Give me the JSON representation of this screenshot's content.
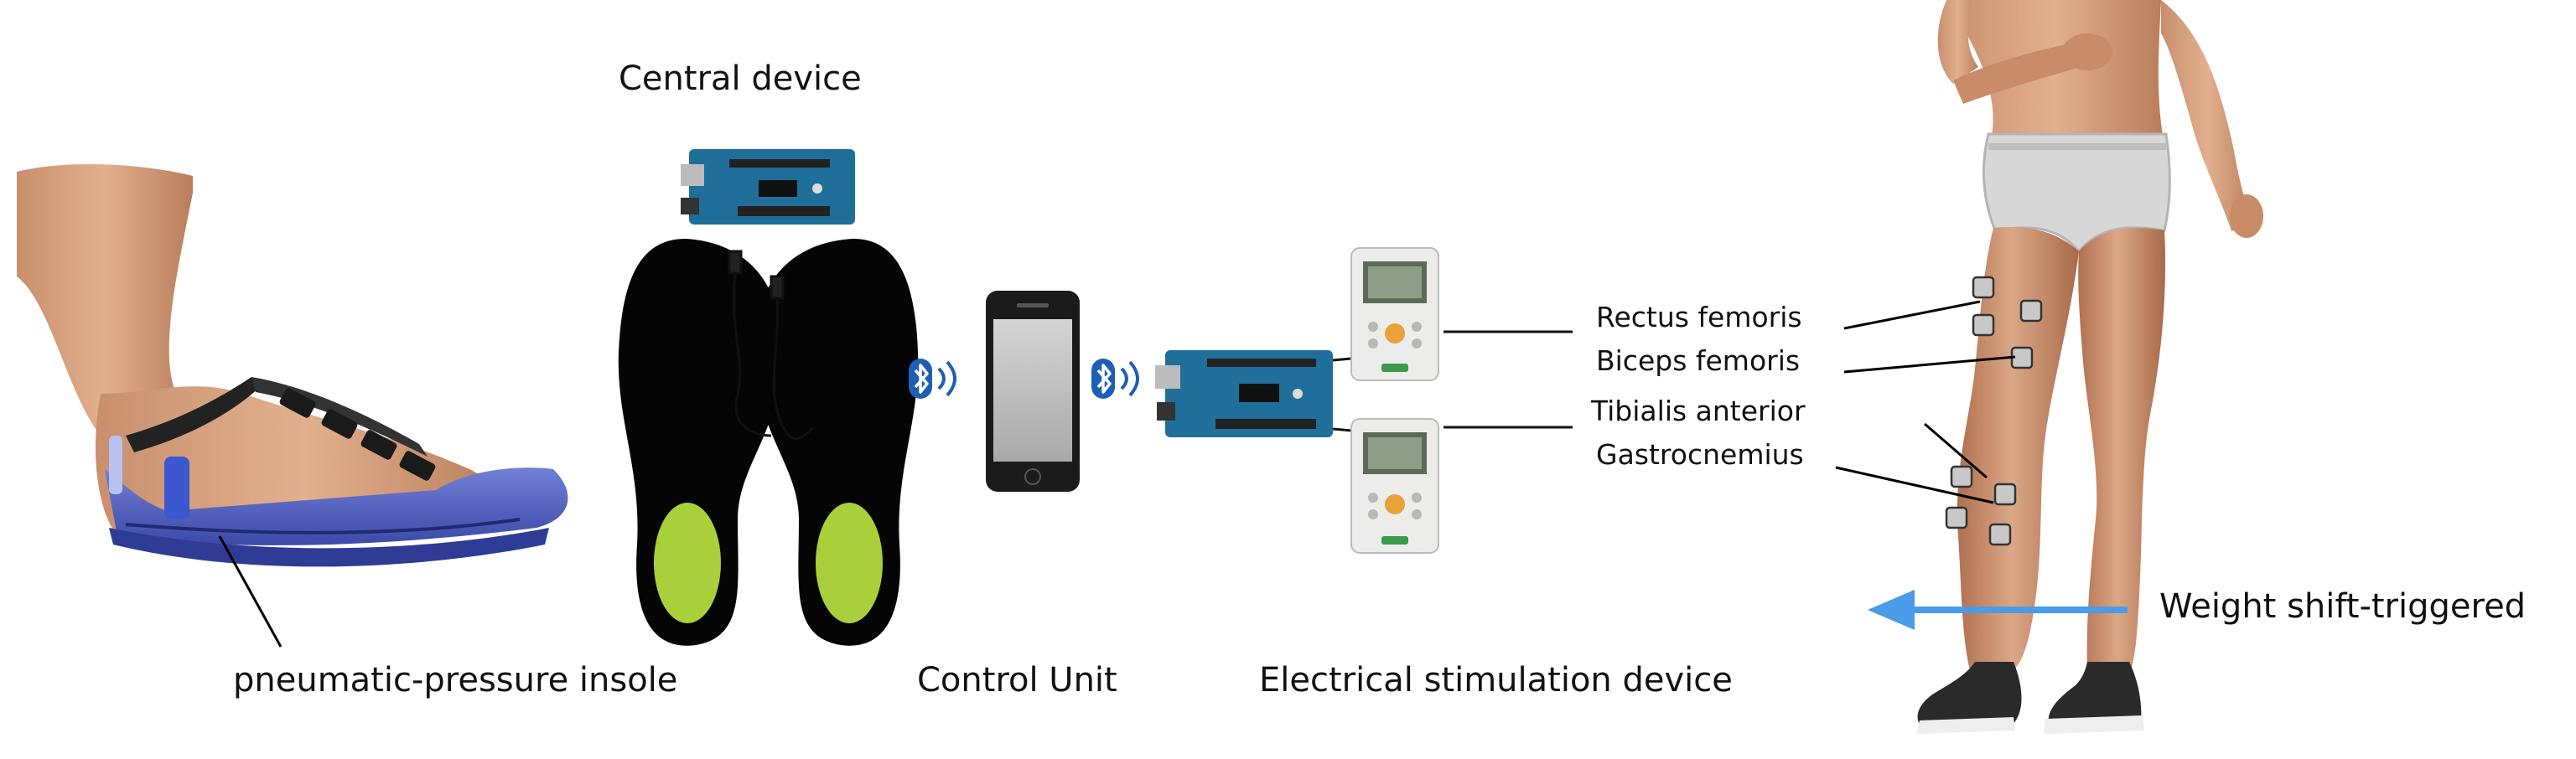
{
  "labels": {
    "central_device": "Central device",
    "pneumatic_insole": "pneumatic-pressure insole",
    "control_unit": "Control Unit",
    "stimulation_device": "Electrical stimulation device",
    "weight_shift": "Weight shift-triggered"
  },
  "muscles": [
    "Rectus femoris",
    "Biceps femoris",
    "Tibialis anterior",
    "Gastrocnemius"
  ],
  "colors": {
    "arrow": "#4a9be8",
    "bluetooth": "#1e5fb3",
    "insole_pad": "#a9cf3a",
    "shoe": "#5867c4",
    "arduino": "#1f6f9a",
    "electrode": "#c8c8c8"
  },
  "icons": [
    "bluetooth-icon",
    "arduino-board",
    "smartphone",
    "stimulator-device",
    "electrode-pad"
  ]
}
